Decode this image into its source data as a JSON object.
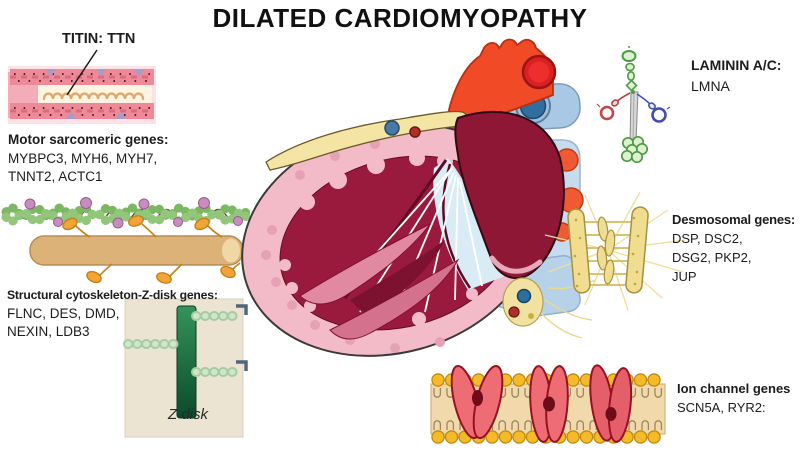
{
  "title": "DILATED CARDIOMYOPATHY",
  "annotations": {
    "titin": {
      "label": "TITIN: TTN"
    },
    "motor_sarcomeric": {
      "heading": "Motor sarcomeric genes:",
      "genes_line1": "MYBPC3, MYH6, MYH7,",
      "genes_line2": "TNNT2, ACTC1"
    },
    "structural_cytoskeleton": {
      "heading": "Structural cytoskeleton-Z-disk genes:",
      "genes_line1": "FLNC, DES, DMD,",
      "genes_line2": "NEXIN, LDB3"
    },
    "z_disk": {
      "caption": "Z disk"
    },
    "laminin": {
      "heading": "LAMININ A/C:",
      "gene": "LMNA"
    },
    "desmosomal": {
      "heading": "Desmosomal genes:",
      "genes_line1": "DSP, DSC2,",
      "genes_line2": "DSG2, PKP2,",
      "genes_line3": "JUP"
    },
    "ion_channel": {
      "heading": "Ion channel genes",
      "genes_line1": "SCN5A, RYR2:"
    }
  },
  "illustrations": [
    "sarcomere-titin-illustration",
    "actin-myosin-illustration",
    "z-disk-photo",
    "heart-cross-section-illustration",
    "laminin-molecule-illustration",
    "desmosome-illustration",
    "ion-channel-membrane-illustration"
  ],
  "palette": {
    "heart_wall_pink": "#f3bac8",
    "heart_cavity_maroon": "#9a1a3d",
    "atrium_maroon": "#8e1736",
    "aorta_red": "#f04a26",
    "pulmonary_blue": "#a9c8e6",
    "chamber_light_blue": "#c6dbed",
    "fat_yellow": "#f4e5a4",
    "desmosome_yellow": "#f0dd90",
    "membrane_gold": "#f5ba28",
    "membrane_tan": "#f2d9ab",
    "channel_red": "#ee6d75",
    "actin_green": "#7cb763",
    "myosin_tan": "#ddb279",
    "titin_coil_orange": "#e0a76b",
    "zdisk_green": "#1a6b3a",
    "text_black": "#1c1c1c"
  }
}
